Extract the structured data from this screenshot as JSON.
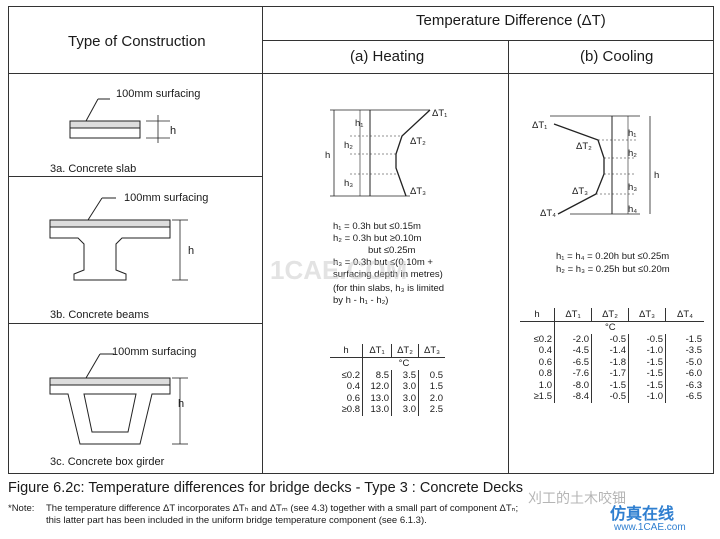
{
  "header": {
    "type_of_construction": "Type of Construction",
    "temperature_difference": "Temperature Difference (ΔT)",
    "heating": "(a) Heating",
    "cooling": "(b) Cooling"
  },
  "constructions": [
    {
      "label": "3a. Concrete slab",
      "surfacing": "100mm surfacing",
      "dim": "h"
    },
    {
      "label": "3b. Concrete beams",
      "surfacing": "100mm surfacing",
      "dim": "h"
    },
    {
      "label": "3c. Concrete box girder",
      "surfacing": "100mm surfacing",
      "dim": "h"
    }
  ],
  "heating": {
    "diagram_labels": {
      "t1": "ΔT₁",
      "t2": "ΔT₂",
      "t3": "ΔT₃",
      "h": "h",
      "h1": "h₁",
      "h2": "h₂",
      "h3": "h₃"
    },
    "notes": [
      "h₁ = 0.3h but ≤0.15m",
      "h₂ = 0.3h but ≥0.10m",
      "but ≤0.25m",
      "h₃ = 0.3h but ≤(0.10m +",
      "surfacing depth in metres)",
      "(for thin slabs, h₃ is limited",
      "by h - h₁ - h₂)"
    ],
    "table": {
      "headers": [
        "h",
        "ΔT₁",
        "ΔT₂",
        "ΔT₃"
      ],
      "unit": "°C",
      "rows": [
        [
          "≤0.2",
          "8.5",
          "3.5",
          "0.5"
        ],
        [
          "0.4",
          "12.0",
          "3.0",
          "1.5"
        ],
        [
          "0.6",
          "13.0",
          "3.0",
          "2.0"
        ],
        [
          "≥0.8",
          "13.0",
          "3.0",
          "2.5"
        ]
      ]
    }
  },
  "cooling": {
    "diagram_labels": {
      "t1": "ΔT₁",
      "t2": "ΔT₂",
      "t3": "ΔT₃",
      "t4": "ΔT₄",
      "h": "h",
      "h1": "h₁",
      "h2": "h₂",
      "h3": "h₃",
      "h4": "h₄"
    },
    "notes": [
      "h₁ = h₄ = 0.20h but ≤0.25m",
      "h₂ = h₃ = 0.25h but ≤0.20m"
    ],
    "table": {
      "headers": [
        "h",
        "ΔT₁",
        "ΔT₂",
        "ΔT₃",
        "ΔT₄"
      ],
      "unit": "°C",
      "rows": [
        [
          "≤0.2",
          "-2.0",
          "-0.5",
          "-0.5",
          "-1.5"
        ],
        [
          "0.4",
          "-4.5",
          "-1.4",
          "-1.0",
          "-3.5"
        ],
        [
          "0.6",
          "-6.5",
          "-1.8",
          "-1.5",
          "-5.0"
        ],
        [
          "0.8",
          "-7.6",
          "-1.7",
          "-1.5",
          "-6.0"
        ],
        [
          "1.0",
          "-8.0",
          "-1.5",
          "-1.5",
          "-6.3"
        ],
        [
          "≥1.5",
          "-8.4",
          "-0.5",
          "-1.0",
          "-6.5"
        ]
      ]
    }
  },
  "caption": "Figure 6.2c: Temperature differences for bridge decks - Type 3 : Concrete Decks",
  "note": {
    "label": "*Note:",
    "line1": "The temperature difference ΔT incorporates ΔTₕ and ΔTₘ (see 4.3) together with a small part of component ΔTₙ;",
    "line2": "this latter part has been included in the uniform bridge temperature component (see 6.1.3)."
  },
  "watermarks": {
    "center": "1CAE.COM",
    "wechat": "仿真在线",
    "site": "www.1CAE.com",
    "channel": "刈工的土木咬钿"
  }
}
